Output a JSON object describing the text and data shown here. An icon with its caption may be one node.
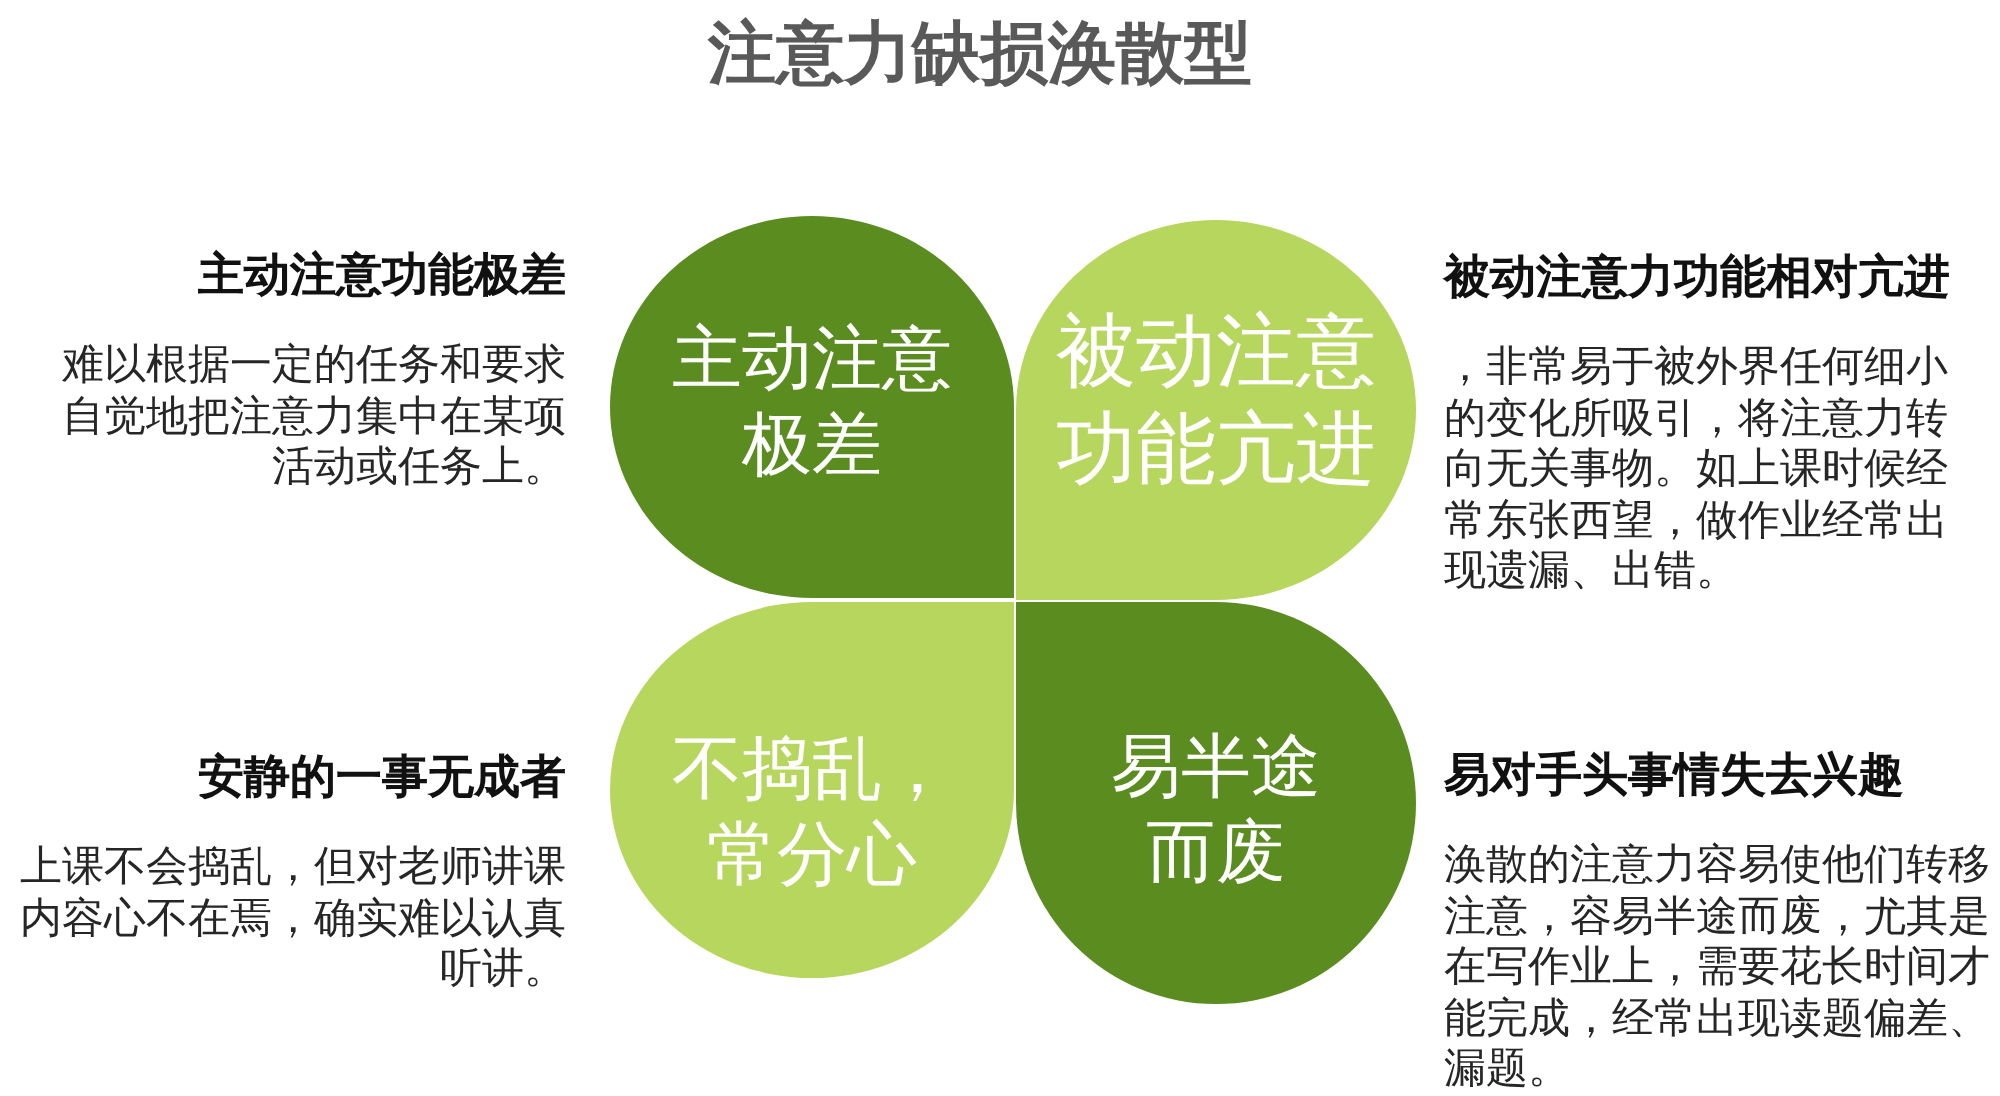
{
  "diagram": {
    "title": "注意力缺损涣散型",
    "nodes": [
      {
        "text": [
          "主动注意极差"
        ],
        "beside": [
          "主动注意功能极差",
          "难以根据一定的任务和要求自觉地把注意力集中在某项活动或任务上。"
        ]
      },
      {
        "text": [
          "被动注意功能亢进"
        ],
        "beside": [
          "被动注意力功能相对亢进",
          "，非常易于被外界任何细小的变化所吸引，将注意力转向无关事物。如上课时候经常东张西望，做作业经常出现遗漏、出错。"
        ]
      },
      {
        "text": [
          "不捣乱，常分心"
        ],
        "beside": [
          "安静的一事无成者",
          "上课不会捣乱，但对老师讲课内容心不在焉，确实难以认真听讲。"
        ]
      },
      {
        "text": [
          "易半途而废"
        ],
        "beside": [
          "易对手头事情失去兴趣",
          "涣散的注意力容易使他们转移注意，容易半途而废，尤其是在写作业上，需要花长时间才能完成，经常出现读题偏差、漏题。"
        ]
      }
    ]
  }
}
